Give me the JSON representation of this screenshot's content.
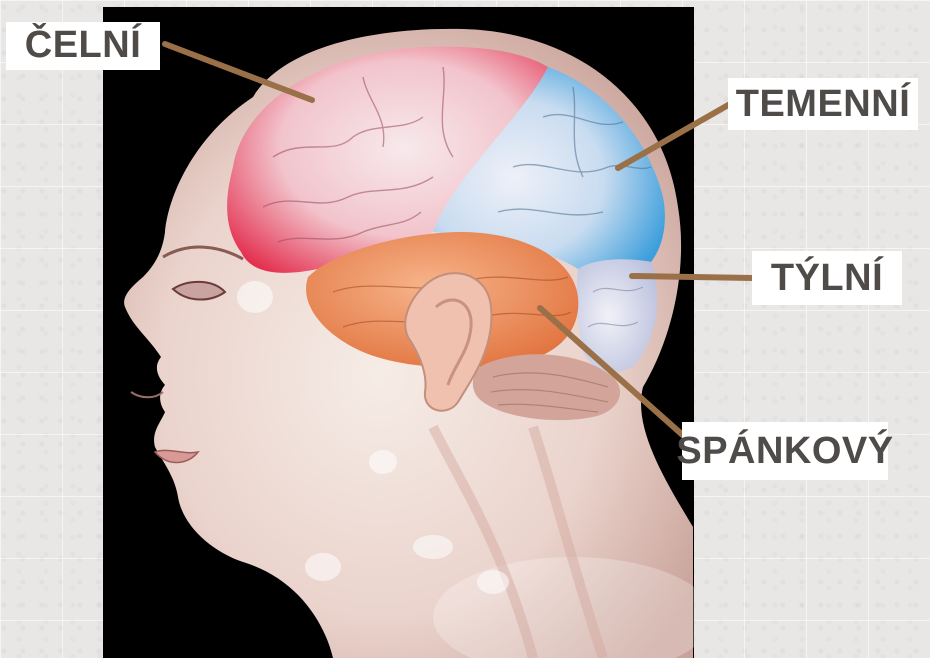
{
  "labels": {
    "frontal": "ČELNÍ",
    "parietal": "TEMENNÍ",
    "occipital": "TÝLNÍ",
    "temporal": "SPÁNKOVÝ"
  },
  "colors": {
    "frontal_lobe": "#e8304e",
    "parietal_lobe": "#4aa6e0",
    "occipital_lobe": "#d7d9ec",
    "temporal_lobe": "#f08a52",
    "leader_line": "#9a7048",
    "label_text": "#4e4b49",
    "illustration_background": "#000000"
  }
}
